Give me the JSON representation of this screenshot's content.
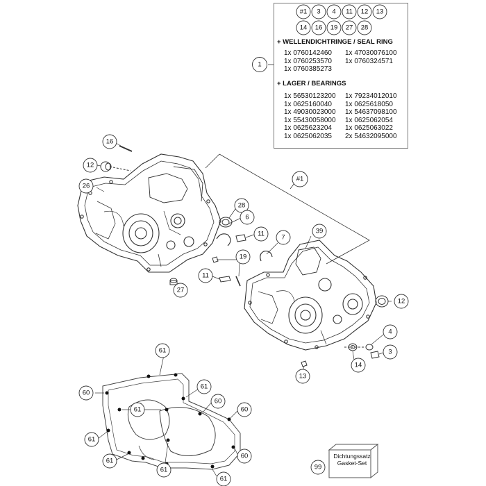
{
  "kit_box": {
    "bubbles_row1": [
      "#1",
      "3",
      "4",
      "11",
      "12",
      "13"
    ],
    "bubbles_row2": [
      "14",
      "16",
      "19",
      "27",
      "28"
    ],
    "seal_heading": "+ WELLENDICHTRINGE / SEAL RING",
    "seal_col1": [
      "1x 0760142460",
      "1x 0760253570",
      "1x 0760385273"
    ],
    "seal_col2": [
      "1x 47030076100",
      "1x 0760324571"
    ],
    "bearing_heading": "+ LAGER / BEARINGS",
    "bearing_col1": [
      "1x 56530123200",
      "1x 0625160040",
      "1x 49030023000",
      "1x 55430058000",
      "1x 0625623204",
      "1x 0625062035"
    ],
    "bearing_col2": [
      "1x 79234012010",
      "1x 0625618050",
      "1x 54637098100",
      "1x 0625062054",
      "1x 0625063022",
      "2x 54632095000"
    ]
  },
  "callouts": {
    "c1": "1",
    "c16": "16",
    "c12a": "12",
    "c26": "26",
    "c28": "28",
    "c6": "6",
    "c11a": "11",
    "c7": "7",
    "c19": "19",
    "c11b": "11",
    "c27": "27",
    "c39": "39",
    "c1b": "#1",
    "c12b": "12",
    "c4": "4",
    "c3": "3",
    "c14": "14",
    "c13": "13",
    "c61a": "61",
    "c60a": "60",
    "c61b": "61",
    "c61c": "61",
    "c60b": "60",
    "c60c": "60",
    "c61d": "61",
    "c61e": "61",
    "c61f": "61",
    "c60d": "60",
    "c61g": "61",
    "c99": "99"
  },
  "gasket_set": {
    "line1": "Dichtungssatz",
    "line2": "Gasket-Set"
  },
  "colors": {
    "line": "#333333",
    "hatch": "#888888",
    "border": "#777777"
  }
}
